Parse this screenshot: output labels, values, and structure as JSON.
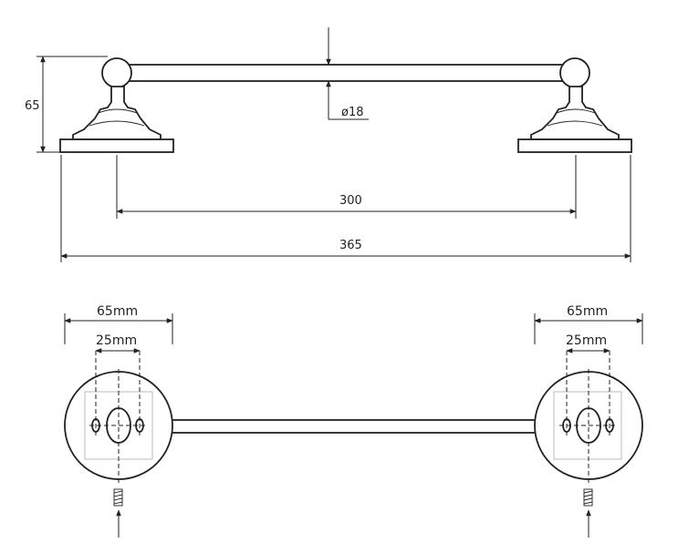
{
  "side_view": {
    "height_label": "65",
    "diameter_label": "ø18",
    "center_distance_label": "300",
    "overall_length_label": "365"
  },
  "top_view": {
    "left_plate_width_label": "65mm",
    "left_hole_spacing_label": "25mm",
    "right_plate_width_label": "65mm",
    "right_hole_spacing_label": "25mm"
  }
}
